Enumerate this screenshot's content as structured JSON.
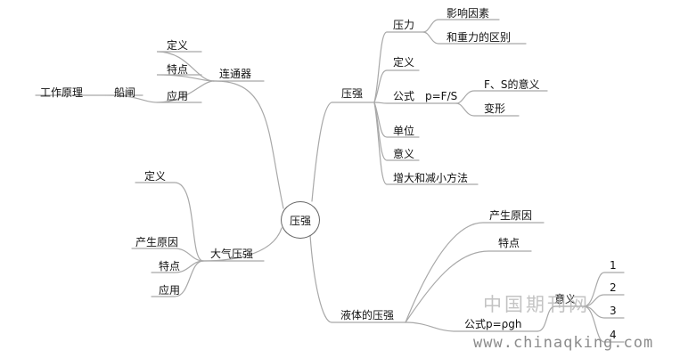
{
  "mindmap": {
    "center": "压强",
    "branches": {
      "liantongqi": {
        "label": "连通器",
        "children": {
          "dingyi": "定义",
          "tedian": "特点",
          "yingyong": "应用",
          "chuanzha": "船闸",
          "gongzuo_yuanli": "工作原理"
        }
      },
      "daqi_yaqiang": {
        "label": "大气压强",
        "children": {
          "dingyi": "定义",
          "chansheng_yuanyin": "产生原因",
          "tedian": "特点",
          "yingyong": "应用"
        }
      },
      "yaqiang": {
        "label": "压强",
        "children": {
          "yali": "压力",
          "yingxiang_yinsu": "影响因素",
          "he_zhongli_qubie": "和重力的区别",
          "dingyi": "定义",
          "gongshi": "公式",
          "formula": "p=F/S",
          "fs_yiyi": "F、S的意义",
          "bianxing": "变形",
          "danwei": "单位",
          "yiyi": "意义",
          "zengda_jianxiao": "增大和减小方法"
        }
      },
      "yeti_yaqiang": {
        "label": "液体的压强",
        "children": {
          "chansheng_yuanyin": "产生原因",
          "tedian": "特点",
          "gongshi": "公式p=ρgh",
          "yiyi": "意义",
          "n1": "1",
          "n2": "2",
          "n3": "3",
          "n4": "4"
        }
      }
    }
  },
  "watermark": {
    "site_name": "中国期刊网",
    "url": "www.chinaqking.com"
  },
  "colors": {
    "line": "#a8a8a8",
    "node_border": "#666666",
    "text": "#111111",
    "watermark_light": "#b9b9b9",
    "watermark_dark": "#8c8c8c"
  }
}
